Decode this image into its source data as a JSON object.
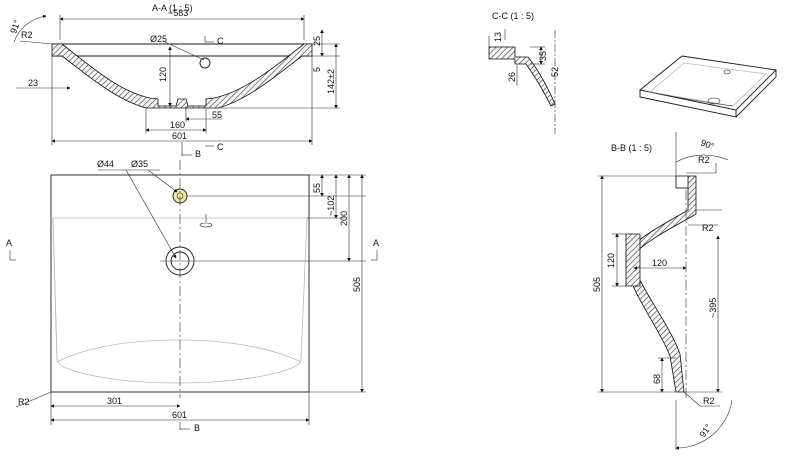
{
  "section_aa": {
    "title": "A-A  (1 : 5)",
    "dim_583": "~583",
    "dim_r2": "R2",
    "dim_91": "91°",
    "dim_phi25": "Ø25",
    "dim_c": "C",
    "dim_25": "25",
    "dim_5": "5",
    "dim_120": "120",
    "dim_142": "142±2",
    "dim_23": "23",
    "dim_55": "55",
    "dim_160": "160",
    "dim_601": "601"
  },
  "section_cc": {
    "title": "C-C  (1 : 5)",
    "dim_13": "13",
    "dim_35": "35",
    "dim_26": "26",
    "dim_52": "52"
  },
  "plan_view": {
    "mark_b_top": "B",
    "mark_c": "C",
    "dim_phi44": "Ø44",
    "dim_phi35": "Ø35",
    "dim_55": "55",
    "dim_102": "~102",
    "dim_200": "200",
    "mark_a_left": "A",
    "mark_a_right": "A",
    "dim_505": "505",
    "dim_r2": "R2",
    "dim_301": "301",
    "dim_601": "601",
    "mark_b_bottom": "B"
  },
  "section_bb": {
    "title": "B-B  (1 : 5)",
    "dim_90": "90°",
    "dim_r2_top": "R2",
    "dim_r2_mid": "R2",
    "dim_120_v": "120",
    "dim_120_h": "120",
    "dim_505": "505",
    "dim_395": "~395",
    "dim_68": "68",
    "dim_r2_bottom": "R2",
    "dim_91": "91°"
  }
}
